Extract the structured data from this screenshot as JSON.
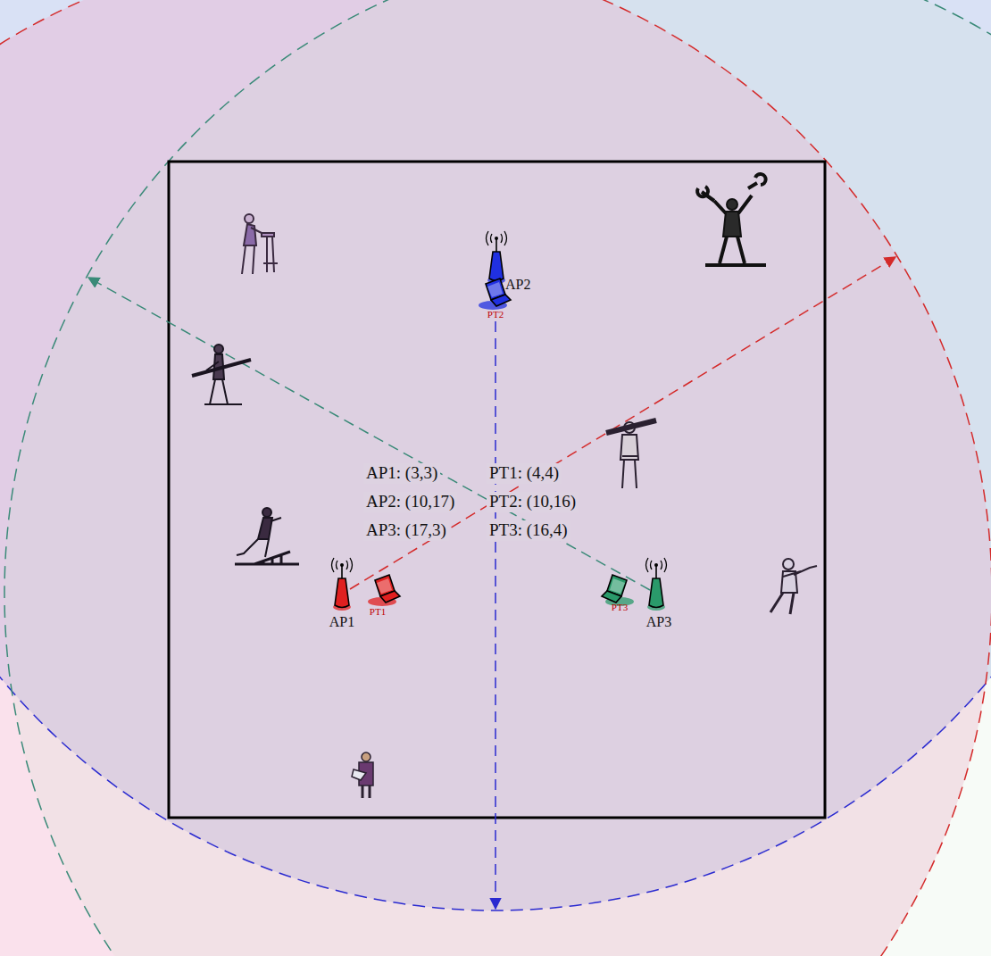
{
  "diagram": {
    "labels": [
      "AP2",
      "PT2",
      "AP1: (3,3)",
      "PT1: (4,4)",
      "AP2: (10,17)",
      "PT2: (10,16)",
      "AP3: (17,3)",
      "PT3: (16,4)",
      "PT1",
      "PT3",
      "AP1",
      "AP3"
    ]
  }
}
